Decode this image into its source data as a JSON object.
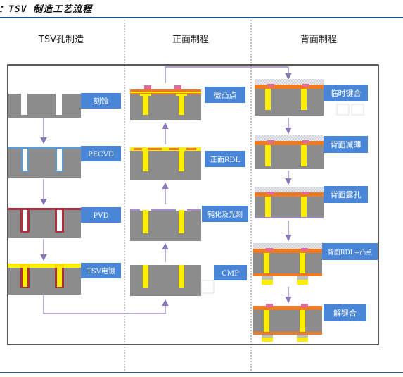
{
  "title": "：TSV 制造工艺流程",
  "columns": [
    {
      "heading": "TSV孔制造"
    },
    {
      "heading": "正面制程"
    },
    {
      "heading": "背面制程"
    }
  ],
  "steps": {
    "col1": [
      "刻蚀",
      "PECVD",
      "PVD",
      "TSV电镀"
    ],
    "col2": [
      "微凸点",
      "正面RDL",
      "钝化及光刻",
      "CMP"
    ],
    "col3": [
      "临时键合",
      "背面减薄",
      "背面露孔",
      "背面RDL+凸点",
      "解键合"
    ]
  },
  "colors": {
    "silicon": "#8c8c8c",
    "label_bg": "#4a86d8",
    "copper": "#ffee00",
    "liner_blue": "#5b9bd5",
    "barrier_red": "#b03040",
    "rdl_orange": "#f07a22",
    "arrow": "#8a78b8"
  }
}
